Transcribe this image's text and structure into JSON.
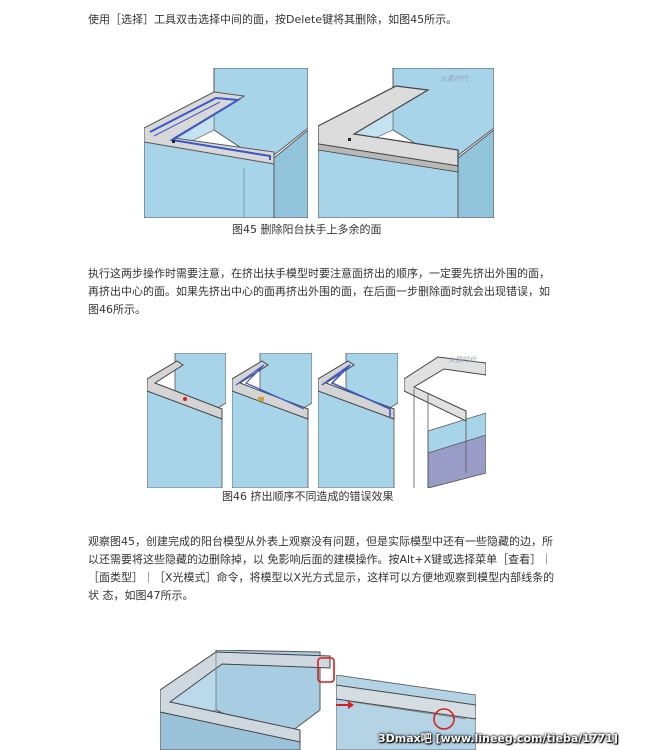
{
  "paragraphs": {
    "p1": "使用［选择］工具双击选择中间的面，按Delete键将其删除，如图45所示。",
    "p2": "执行这两步操作时需要注意，在挤出扶手模型时要注意面挤出的顺序，一定要先挤出外围的面，再挤出中心的面。如果先挤出中心的面再挤出外围的面，在后面一步删除面时就会出现错误，如图46所示。",
    "p3": "观察图45，创建完成的阳台模型从外表上观察没有问题，但是实际模型中还有一些隐藏的边，所以还需要将这些隐藏的边删除掉，以 免影响后面的建模操作。按Alt+X键或选择菜单［查看］｜［面类型］｜［X光模式］命令，将模型以X光方式显示，这样可以方便地观察到模型内部线条的状 态，如图47所示。"
  },
  "captions": {
    "fig45": "图45 删除阳台扶手上多余的面",
    "fig46": "图46 挤出顺序不同造成的错误效果"
  },
  "watermarks": {
    "logo": "火星时代",
    "footer": "3Dmax吧 [www.lineeg.com/tieba/1771]"
  },
  "colors": {
    "glass": "#a8d4ea",
    "rail": "#dcdcdc",
    "edge": "#555555",
    "highlight": "#3a58c8",
    "marker": "#d42020"
  }
}
